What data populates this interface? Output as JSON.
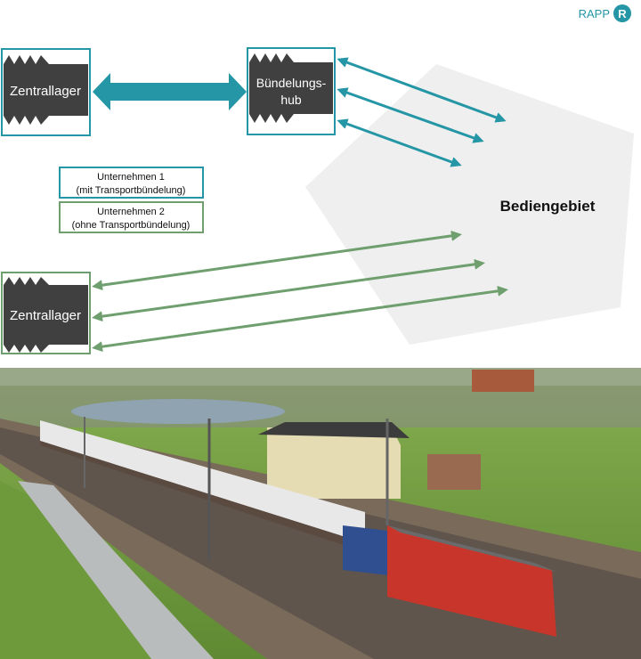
{
  "logo": {
    "text": "RAPP",
    "badge": "R"
  },
  "diagram": {
    "central_warehouse_top": "Zentrallager",
    "hub_line1": "Bündelungs-",
    "hub_line2": "hub",
    "central_warehouse_bottom": "Zentrallager",
    "service_area": "Bediengebiet",
    "legend": [
      {
        "line1": "Unternehmen 1",
        "line2": "(mit Transportbündelung)",
        "color": "#2596a6"
      },
      {
        "line1": "Unternehmen 2",
        "line2": "(ohne Transportbündelung)",
        "color": "#6f9f6f"
      }
    ]
  },
  "colors": {
    "teal": "#2596a6",
    "green": "#6f9f6f",
    "dark": "#404040",
    "area": "#efefef"
  }
}
